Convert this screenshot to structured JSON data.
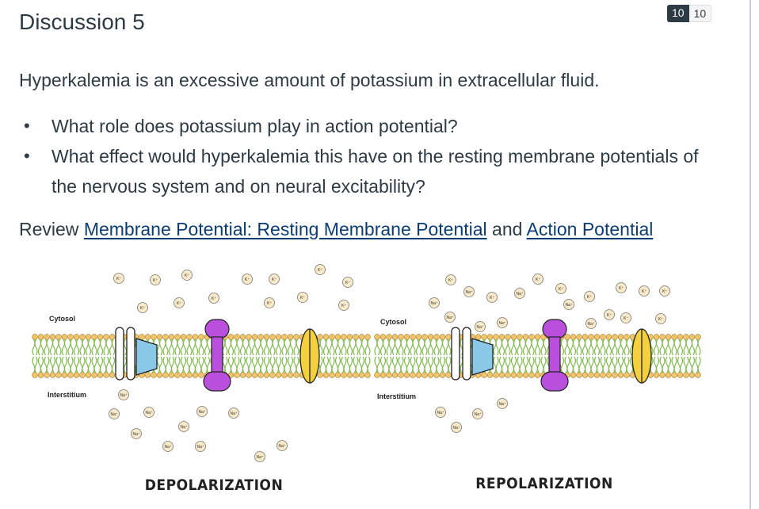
{
  "header": {
    "title": "Discussion 5",
    "score": {
      "earned": "10",
      "possible": "10"
    }
  },
  "body": {
    "prompt": "Hyperkalemia is an excessive amount of potassium in extracellular fluid.",
    "bullets": [
      "What role does potassium play in action potential?",
      "What effect would hyperkalemia this have on the resting membrane potentials of the nervous system and on neural excitability?"
    ],
    "review": {
      "prefix": "Review ",
      "link1": "Membrane Potential: Resting Membrane Potential",
      "middle": " and ",
      "link2": "Action Potential"
    }
  },
  "figure": {
    "depolarization": {
      "caption": "DEPOLARIZATION",
      "cytosol_label": "Cytosol",
      "interstitium_label": "Interstitium"
    },
    "repolarization": {
      "caption": "REPOLARIZATION",
      "cytosol_label": "Cytosol",
      "interstitium_label": "Interstitium"
    },
    "ion_labels": {
      "potassium": "K⁺",
      "sodium": "Na⁺"
    },
    "colors": {
      "lipid_head": "#f3c46a",
      "lipid_tail": "#7dba47",
      "channel": "#8ac8e8",
      "pump": "#b94fdc",
      "gate": "#f4d03f",
      "ion_fill": "#f8e9c8"
    }
  }
}
